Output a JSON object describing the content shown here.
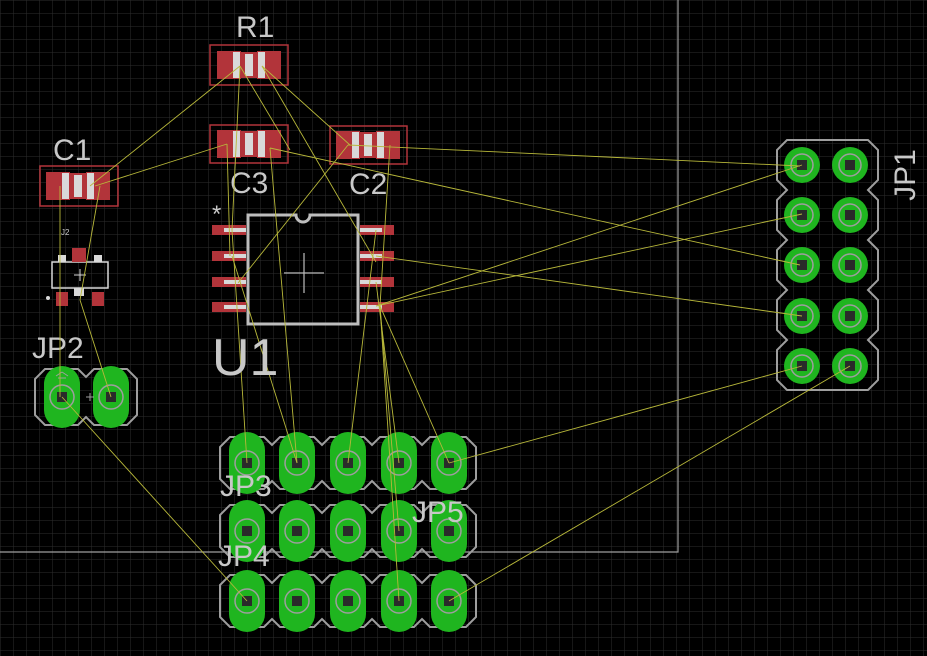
{
  "labels": {
    "r1": "R1",
    "c1": "C1",
    "c2": "C2",
    "c3": "C3",
    "u1": "U1",
    "jp1": "JP1",
    "jp2": "JP2",
    "jp3": "JP3",
    "jp4": "JP4",
    "jp5": "JP5",
    "q_tiny": "J2",
    "pin1_marker": "*"
  },
  "colors": {
    "background": "#000000",
    "grid": "#2e2e2e",
    "outline": "#9e9e9e",
    "copper_green": "#1fb51f",
    "drill": "#2a2a2a",
    "smd_pad": "#b2343a",
    "smd_body": "#d9d9d9",
    "airwire": "#b8b83a",
    "label": "#c8c8c8"
  }
}
